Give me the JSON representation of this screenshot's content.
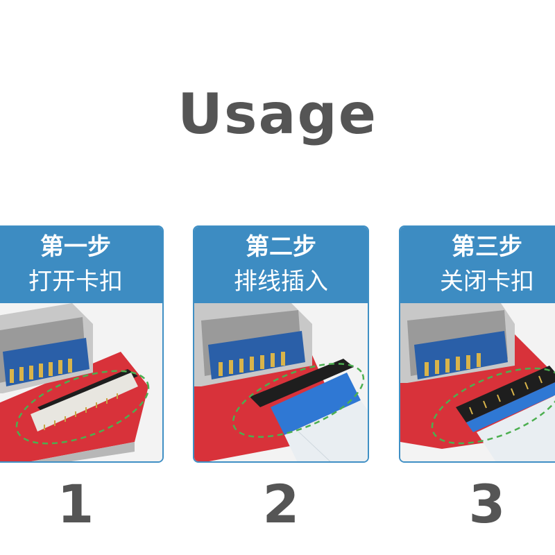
{
  "title": "Usage",
  "steps": [
    {
      "label": "第一步",
      "action": "打开卡扣",
      "number": "1"
    },
    {
      "label": "第二步",
      "action": "排线插入",
      "number": "2"
    },
    {
      "label": "第三步",
      "action": "关闭卡扣",
      "number": "3"
    }
  ],
  "colors": {
    "header_blue": "#3d8cc2",
    "title_gray": "#555555",
    "pcb_red": "#d8323a",
    "usb_blue": "#2a5fa8",
    "highlight_green": "#4caf50"
  }
}
